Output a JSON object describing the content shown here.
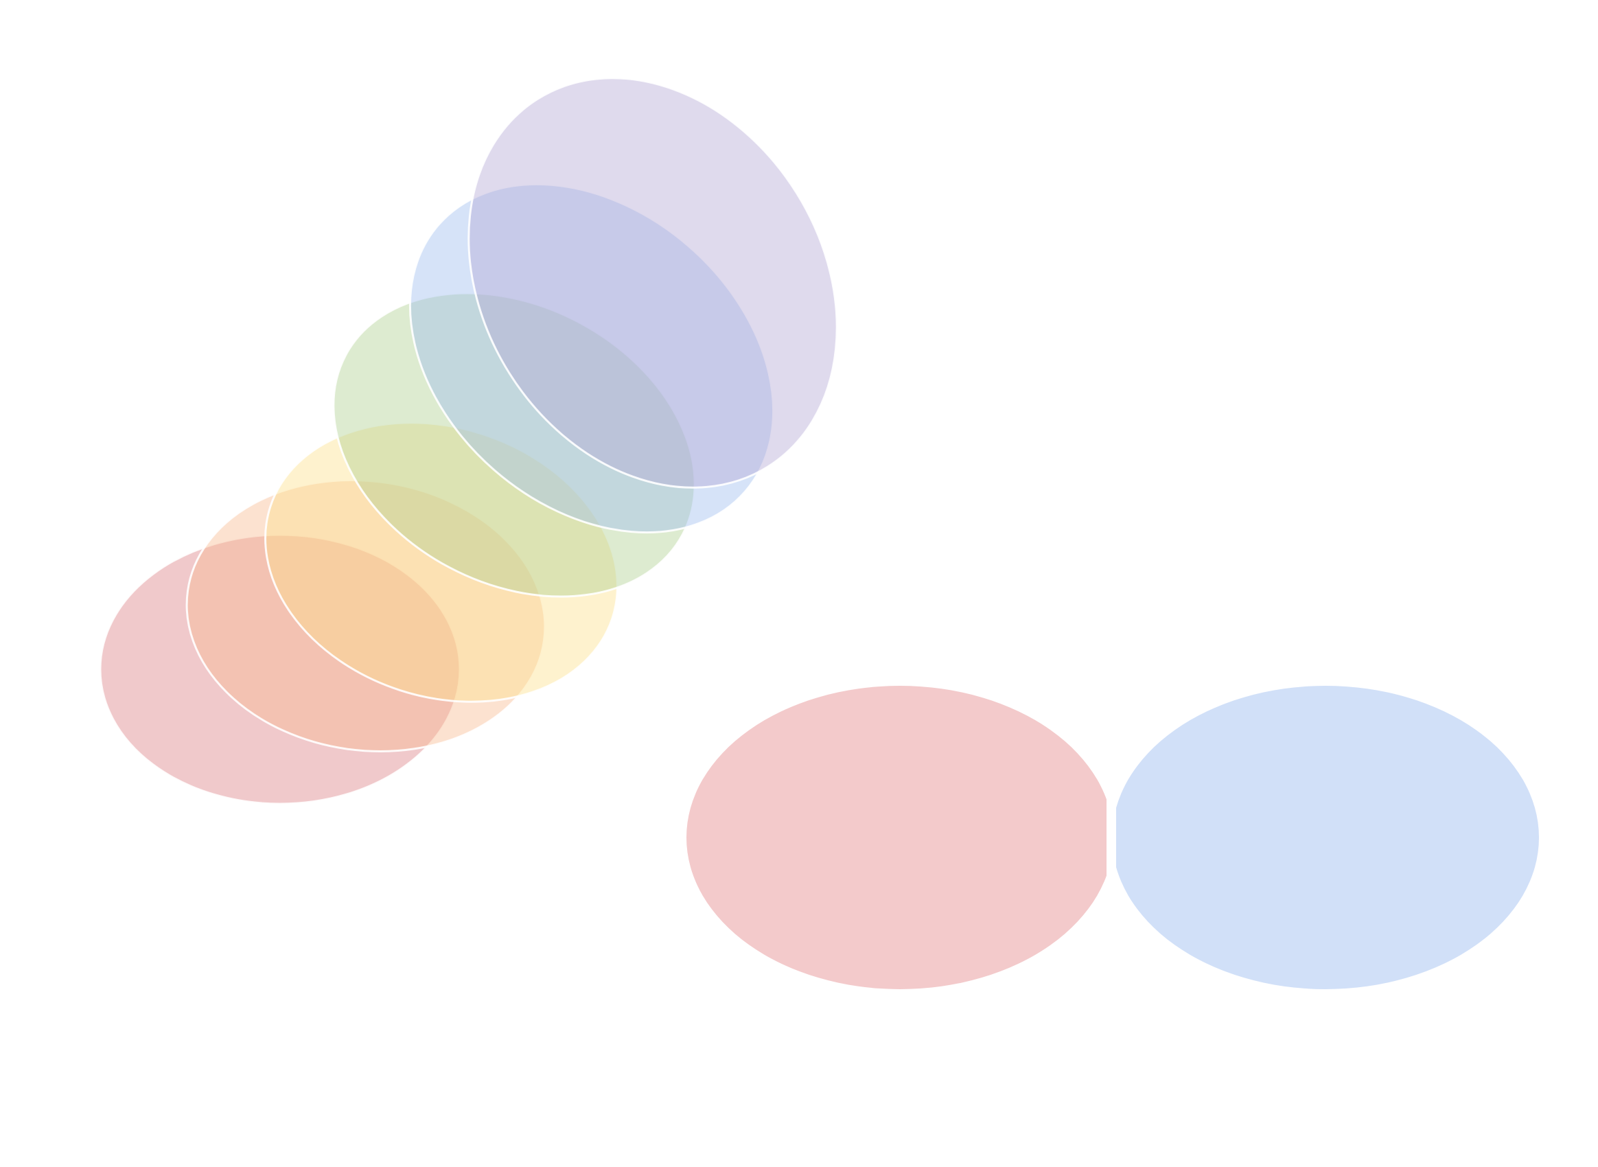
{
  "palette": {
    "background": "#ffffff",
    "outline": "#ffffff",
    "red": "#dc7e82",
    "orange": "#f7b98f",
    "yellow": "#fde08a",
    "green": "#aed08f",
    "blue": "#9dbdee",
    "purple": "#b2a7d3",
    "pair_left": "#f3cacb",
    "pair_right": "#d1e0f8"
  },
  "stack": {
    "fill_opacity": 0.42,
    "layers": [
      {
        "name": "red-ellipse",
        "color_key": "red"
      },
      {
        "name": "orange-ellipse",
        "color_key": "orange"
      },
      {
        "name": "yellow-ellipse",
        "color_key": "yellow"
      },
      {
        "name": "green-ellipse",
        "color_key": "green"
      },
      {
        "name": "blue-ellipse",
        "color_key": "blue"
      },
      {
        "name": "purple-ellipse",
        "color_key": "purple"
      }
    ]
  },
  "pair": {
    "left": {
      "name": "pair-left-ellipse",
      "color_key": "pair_left"
    },
    "right": {
      "name": "pair-right-ellipse",
      "color_key": "pair_right"
    }
  }
}
